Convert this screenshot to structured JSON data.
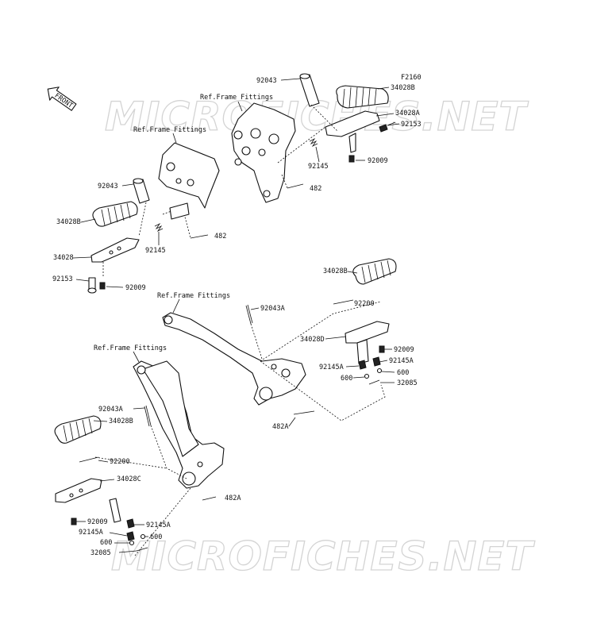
{
  "figure_code": "F2160",
  "front_tag": "FRONT",
  "watermark": "MICROFICHES.NET",
  "ref_frame_fittings": "Ref.Frame Fittings",
  "parts": {
    "p92043": "92043",
    "p92043A": "92043A",
    "p34028": "34028",
    "p34028A": "34028A",
    "p34028B": "34028B",
    "p34028C": "34028C",
    "p34028D": "34028D",
    "p92153": "92153",
    "p92145": "92145",
    "p92145A": "92145A",
    "p92009": "92009",
    "p482": "482",
    "p482A": "482A",
    "p92200": "92200",
    "p600": "600",
    "p32085": "32085"
  }
}
